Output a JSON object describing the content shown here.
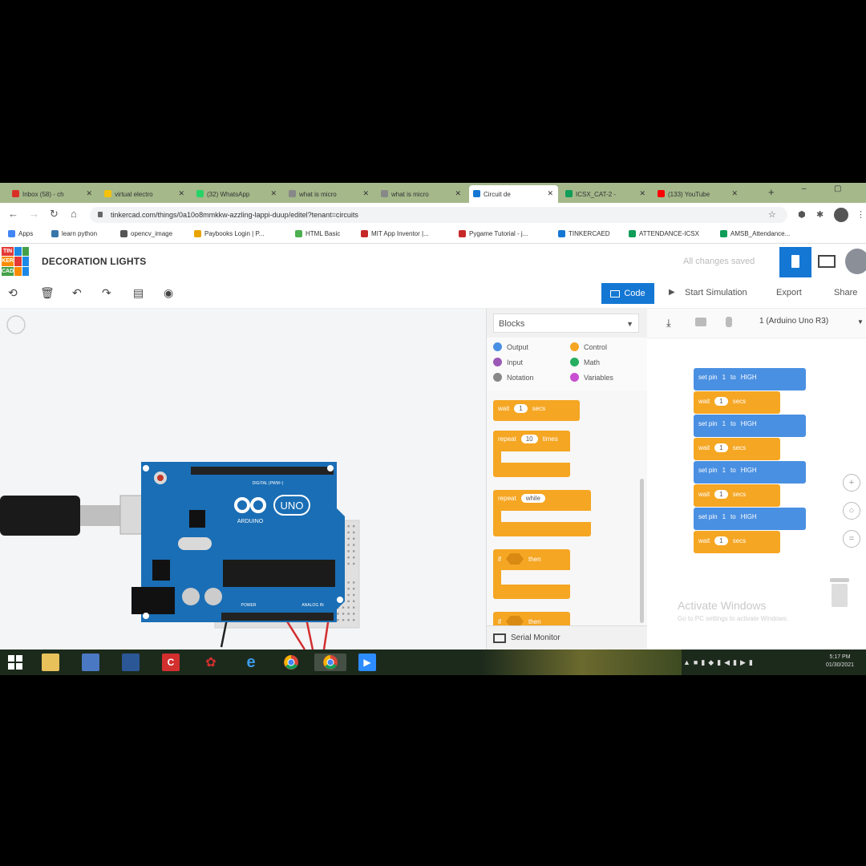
{
  "browser": {
    "tabs": [
      {
        "label": "Inbox (58) - ch",
        "color": "#d93025"
      },
      {
        "label": "virtual electro",
        "color": "#f4c20d"
      },
      {
        "label": "(32) WhatsApp",
        "color": "#25d366"
      },
      {
        "label": "what is micro",
        "color": "#888888"
      },
      {
        "label": "what is micro",
        "color": "#888888"
      },
      {
        "label": "Circuit de",
        "color": "#1477d4"
      },
      {
        "label": "ICSX_CAT-2 -",
        "color": "#0f9d58"
      },
      {
        "label": "(133) YouTube",
        "color": "#ff0000"
      }
    ],
    "url": "tinkercad.com/things/0a10o8mmkkw-azzling-lappi-duup/editel?tenant=circuits",
    "bookmarks": [
      {
        "label": "Apps",
        "color": "#4285f4"
      },
      {
        "label": "learn python",
        "color": "#3776ab"
      },
      {
        "label": "opencv_image",
        "color": "#555555"
      },
      {
        "label": "Paybooks Login | P...",
        "color": "#e9a400"
      },
      {
        "label": "HTML Basic",
        "color": "#4caf50"
      },
      {
        "label": "MIT App Inventor |...",
        "color": "#c62828"
      },
      {
        "label": "Pygame Tutorial - j...",
        "color": "#c62828"
      },
      {
        "label": "TINKERCAED",
        "color": "#1477d4"
      },
      {
        "label": "ATTENDANCE-ICSX",
        "color": "#0f9d58"
      },
      {
        "label": "AMSB_Attendance...",
        "color": "#0f9d58"
      }
    ]
  },
  "app": {
    "logo_letters": [
      "TIN",
      "KER",
      "CAD"
    ],
    "project_title": "DECORATION LIGHTS",
    "save_status": "All changes saved"
  },
  "toolbar": {
    "code_label": "Code",
    "start_sim_label": "Start Simulation",
    "export_label": "Export",
    "share_label": "Share"
  },
  "code_panel": {
    "palette_dropdown": "Blocks",
    "categories": [
      {
        "label": "Output",
        "color": "#4a90e2"
      },
      {
        "label": "Control",
        "color": "#f5a623"
      },
      {
        "label": "Input",
        "color": "#9b59b6"
      },
      {
        "label": "Math",
        "color": "#27ae60"
      },
      {
        "label": "Notation",
        "color": "#888888"
      },
      {
        "label": "Variables",
        "color": "#c94fd1"
      }
    ],
    "palette_blocks": [
      {
        "text": "wait",
        "value": "1",
        "unit": "secs"
      },
      {
        "text": "repeat",
        "value": "10",
        "unit": "times"
      },
      {
        "text": "repeat",
        "value": "while",
        "unit": ""
      },
      {
        "text": "if",
        "value": "",
        "unit": "then"
      },
      {
        "text": "if",
        "value": "",
        "unit": "then"
      }
    ],
    "board_selector": "1 (Arduino Uno R3)",
    "script": [
      {
        "kind": "set",
        "text": "set pin",
        "pin": "1",
        "to": "to",
        "value": "HIGH"
      },
      {
        "kind": "wait",
        "text": "wait",
        "value": "1",
        "unit": "secs"
      },
      {
        "kind": "set",
        "text": "set pin",
        "pin": "1",
        "to": "to",
        "value": "HIGH"
      },
      {
        "kind": "wait",
        "text": "wait",
        "value": "1",
        "unit": "secs"
      },
      {
        "kind": "set",
        "text": "set pin",
        "pin": "1",
        "to": "to",
        "value": "HIGH"
      },
      {
        "kind": "wait",
        "text": "wait",
        "value": "1",
        "unit": "secs"
      },
      {
        "kind": "set",
        "text": "set pin",
        "pin": "1",
        "to": "to",
        "value": "HIGH"
      },
      {
        "kind": "wait",
        "text": "wait",
        "value": "1",
        "unit": "secs"
      }
    ],
    "serial_monitor_label": "Serial Monitor",
    "watermark_line1": "Activate Windows",
    "watermark_line2": "Go to PC settings to activate Windows."
  },
  "arduino": {
    "brand": "ARDUINO",
    "model": "UNO",
    "header_label": "DIGITAL (PWM~)",
    "power_label": "POWER",
    "analog_label": "ANALOG IN"
  },
  "taskbar": {
    "time": "5:17 PM",
    "date": "01/30/2021"
  },
  "colors": {
    "tinkercad_blue": "#1477d4",
    "arduino_board": "#1a6eb5",
    "led_red": "#d32f2f",
    "block_orange": "#f5a623",
    "block_blue": "#4a90e2"
  }
}
